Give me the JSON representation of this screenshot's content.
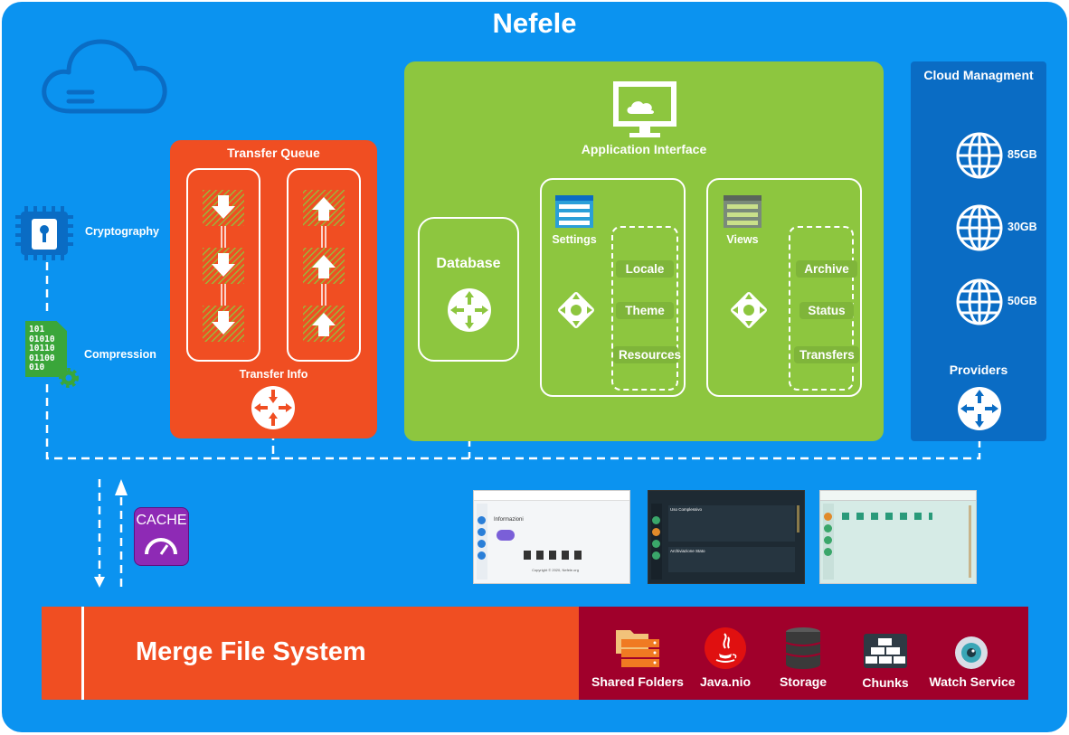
{
  "title": "Nefele",
  "left_items": {
    "cryptography": "Cryptography",
    "compression": "Compression",
    "cache": "CACHE",
    "binary_lines": [
      "101",
      "01010",
      "10110",
      "01100",
      "010"
    ]
  },
  "transfer_queue": {
    "title": "Transfer Queue",
    "info": "Transfer Info"
  },
  "app": {
    "title": "Application Interface",
    "database": "Database",
    "settings": {
      "label": "Settings",
      "items": [
        "Locale",
        "Theme",
        "Resources"
      ]
    },
    "views": {
      "label": "Views",
      "items": [
        "Archive",
        "Status",
        "Transfers"
      ]
    }
  },
  "cloud": {
    "title": "Cloud Managment",
    "storages": [
      "85GB",
      "30GB",
      "50GB"
    ],
    "providers": "Providers"
  },
  "screenshots": {
    "first": {
      "heading": "Informazioni",
      "footer": "Copyright © 2020, Nefele.org"
    },
    "second": {
      "heading": "Uso Complessivo",
      "section": "Archiviazione Stato"
    }
  },
  "bottom": {
    "main": "Merge File System",
    "items": [
      "Shared Folders",
      "Java.nio",
      "Storage",
      "Chunks",
      "Watch Service"
    ]
  },
  "colors": {
    "background": "#0b93f0",
    "queue": "#f04e22",
    "app": "#8dc63f",
    "cloud": "#0a6cc4",
    "merge": "#f04e22",
    "merge_sub": "#a0002b"
  }
}
